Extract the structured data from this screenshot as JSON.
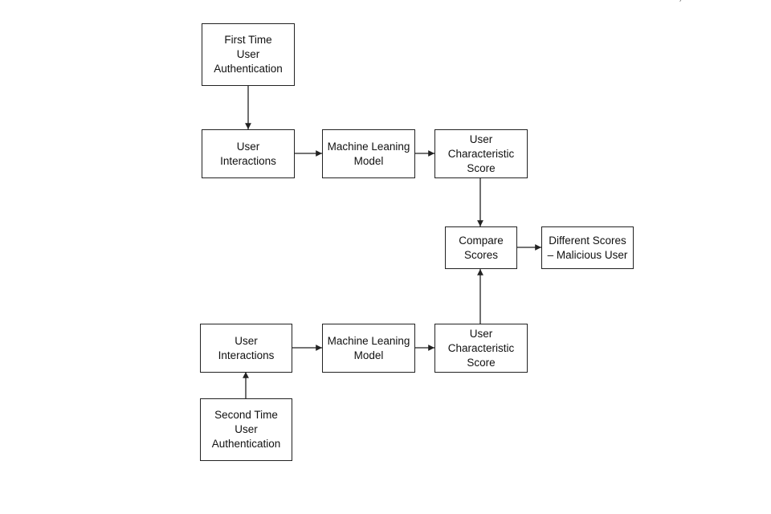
{
  "diagram": {
    "type": "flowchart",
    "corner_mark": ")",
    "nodes": {
      "first_auth": "First Time\nUser\nAuthentication",
      "top_interactions": "User\nInteractions",
      "top_model": "Machine Leaning\nModel",
      "top_score": "User\nCharacteristic\nScore",
      "compare": "Compare\nScores",
      "result": "Different Scores\n– Malicious User",
      "bottom_interactions": "User\nInteractions",
      "bottom_model": "Machine Leaning\nModel",
      "bottom_score": "User\nCharacteristic\nScore",
      "second_auth": "Second Time\nUser\nAuthentication"
    },
    "edges": [
      {
        "from": "first_auth",
        "to": "top_interactions"
      },
      {
        "from": "top_interactions",
        "to": "top_model"
      },
      {
        "from": "top_model",
        "to": "top_score"
      },
      {
        "from": "top_score",
        "to": "compare"
      },
      {
        "from": "compare",
        "to": "result"
      },
      {
        "from": "second_auth",
        "to": "bottom_interactions"
      },
      {
        "from": "bottom_interactions",
        "to": "bottom_model"
      },
      {
        "from": "bottom_model",
        "to": "bottom_score"
      },
      {
        "from": "bottom_score",
        "to": "compare"
      }
    ]
  }
}
